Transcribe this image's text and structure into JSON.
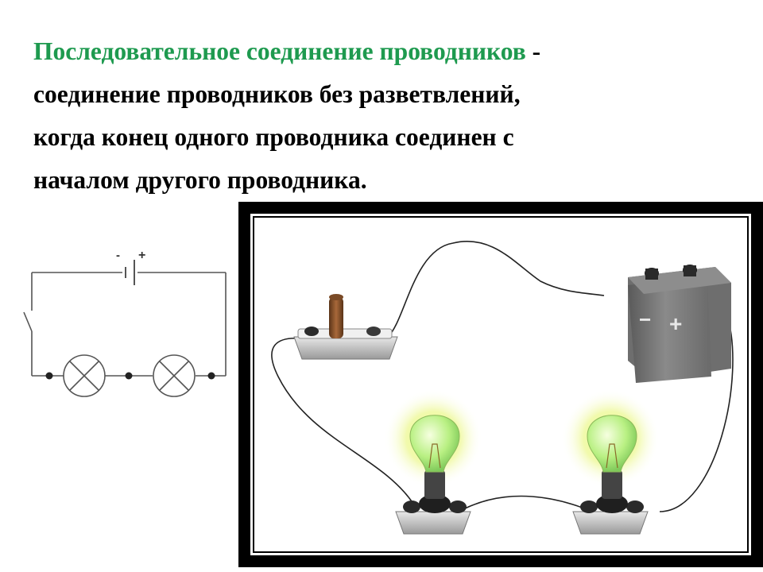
{
  "definition": {
    "term": "Последовательное соединение проводников",
    "dash": " -",
    "lines": [
      "соединение проводников без разветвлений,",
      "когда конец одного проводника соединен с",
      "началом другого проводника."
    ]
  },
  "schematic": {
    "minus_label": "-",
    "plus_label": "+"
  },
  "illustration": {
    "battery_minus": "−",
    "battery_plus": "+"
  }
}
